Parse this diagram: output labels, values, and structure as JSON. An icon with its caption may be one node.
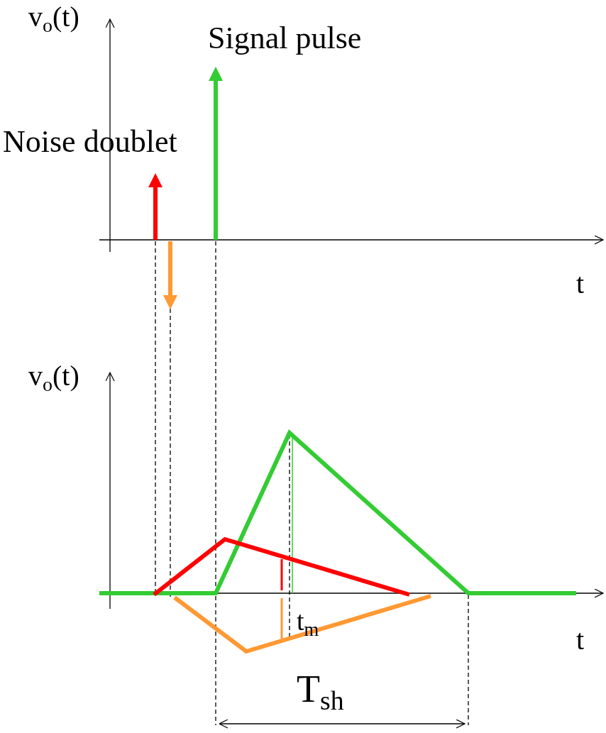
{
  "diagram": {
    "labels": [
      "v$_{o}$(t)",
      "Signal pulse",
      "Noise doublet",
      "t",
      "v$_{o}$(t)",
      "t$_{m}$",
      "t",
      "T$_{sh}$"
    ]
  }
}
